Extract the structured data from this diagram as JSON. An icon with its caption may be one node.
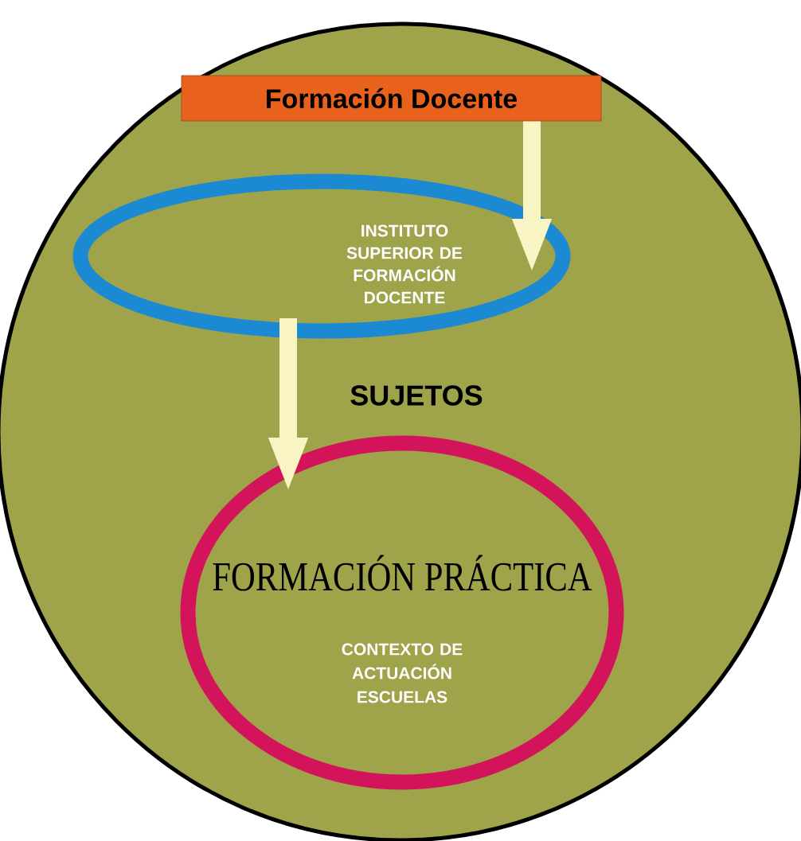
{
  "diagram": {
    "nodes": [
      {
        "text": [],
        "shape": "circle"
      },
      {
        "text": [
          "Formación Docente"
        ],
        "in": 0
      },
      {
        "text": [
          "INSTITUTO SUPERIOR DE FORMACIÓN DOCENTE"
        ],
        "in": 0
      },
      {
        "text": [
          "FORMACIÓN PRÁCTICA",
          "CONTEXTO DE ACTUACIÓN ESCUELAS"
        ],
        "in": 0
      }
    ],
    "edges": [
      {
        "from": 1,
        "to": 2,
        "arrow": "to"
      },
      {
        "from": 2,
        "to": 3,
        "arrow": "to"
      }
    ],
    "labels": [
      "SUJETOS"
    ]
  }
}
